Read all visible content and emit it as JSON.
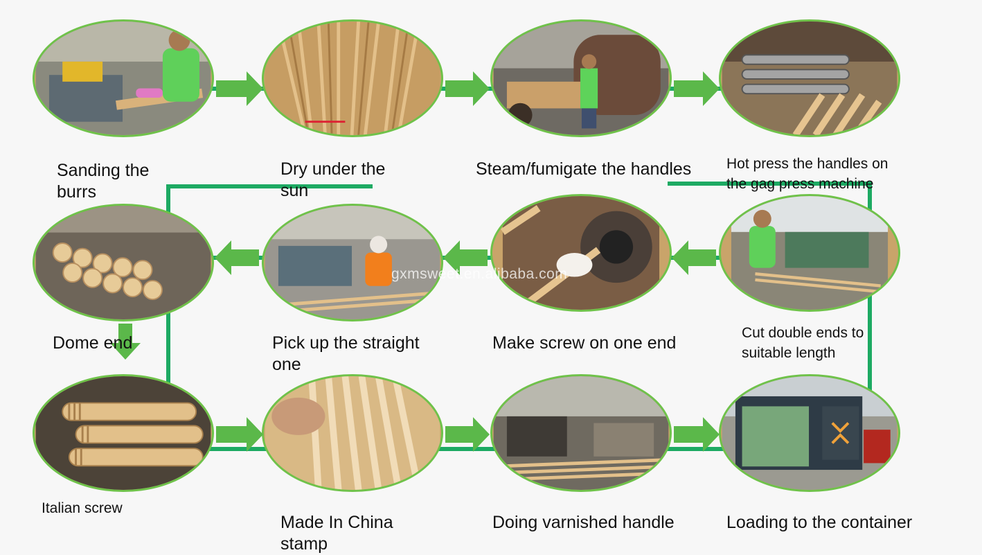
{
  "colors": {
    "connector": "#1daa63",
    "arrow": "#5bb84a",
    "photo_border": "#6fc24a"
  },
  "watermark": "gxmsweet.en.alibaba.com",
  "steps": [
    {
      "caption": "Sanding the\nburrs",
      "icon": "worker-sanding-machine"
    },
    {
      "caption": "Dry under the\nsun",
      "icon": "drying-sticks"
    },
    {
      "caption": "Steam/fumigate the handles",
      "icon": "steam-oven"
    },
    {
      "caption": "Hot press the handles on\nthe gag press machine",
      "icon": "press-rollers"
    },
    {
      "caption": "Cut double ends to\nsuitable length",
      "icon": "worker-cutting-saw"
    },
    {
      "caption": "Make screw on one end",
      "icon": "hands-screw-machine"
    },
    {
      "caption": "Pick up the straight\none",
      "icon": "worker-sorting-sticks"
    },
    {
      "caption": "Dome end",
      "icon": "dome-end-sticks"
    },
    {
      "caption": "Italian screw",
      "icon": "italian-screw-ends"
    },
    {
      "caption": "Made In China\nstamp",
      "icon": "stamped-handles"
    },
    {
      "caption": "Doing varnished handle",
      "icon": "varnish-line"
    },
    {
      "caption": "Loading to the container",
      "icon": "container-truck"
    }
  ]
}
